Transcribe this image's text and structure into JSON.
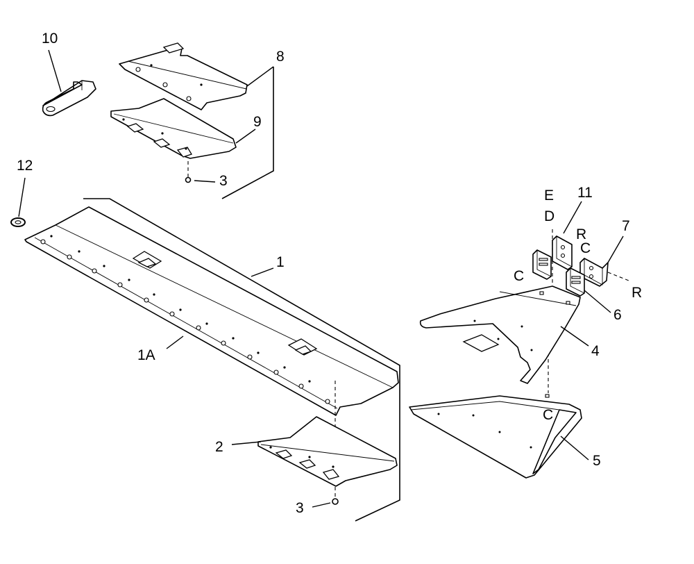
{
  "callouts": {
    "c1": "1",
    "c1a": "1A",
    "c2": "2",
    "c3_top": "3",
    "c3_bottom": "3",
    "c4": "4",
    "c5": "5",
    "c6": "6",
    "c7": "7",
    "c8": "8",
    "c9": "9",
    "c10": "10",
    "c11": "11",
    "c12": "12"
  },
  "connectors": {
    "e": "E",
    "d": "D",
    "r_upper": "R",
    "c_upper": "C",
    "c_left": "C",
    "r_right": "R",
    "c_bottom": "C"
  }
}
